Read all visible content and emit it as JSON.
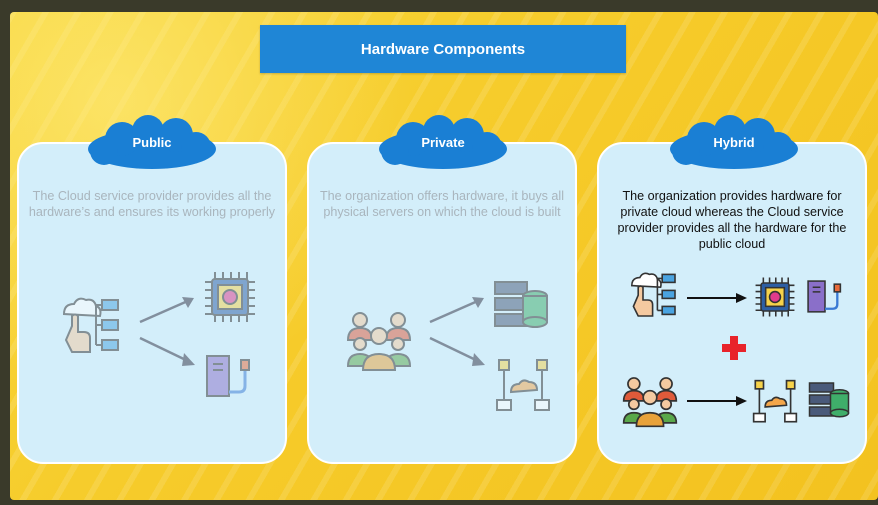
{
  "title": "Hardware Components",
  "panels": [
    {
      "label": "Public",
      "text": "The Cloud service provider provides all the hardware’s and ensures its working properly"
    },
    {
      "label": "Private",
      "text": "The organization offers hardware, it buys all physical servers on which the cloud is built"
    },
    {
      "label": "Hybrid",
      "text": "The organization provides hardware for private cloud whereas the Cloud service provider provides all the hardware for the public cloud"
    }
  ],
  "colors": {
    "title_bg": "#1f86d6",
    "cloud": "#1a7fd4",
    "card": "#d3eefa",
    "plus": "#e8232a"
  }
}
